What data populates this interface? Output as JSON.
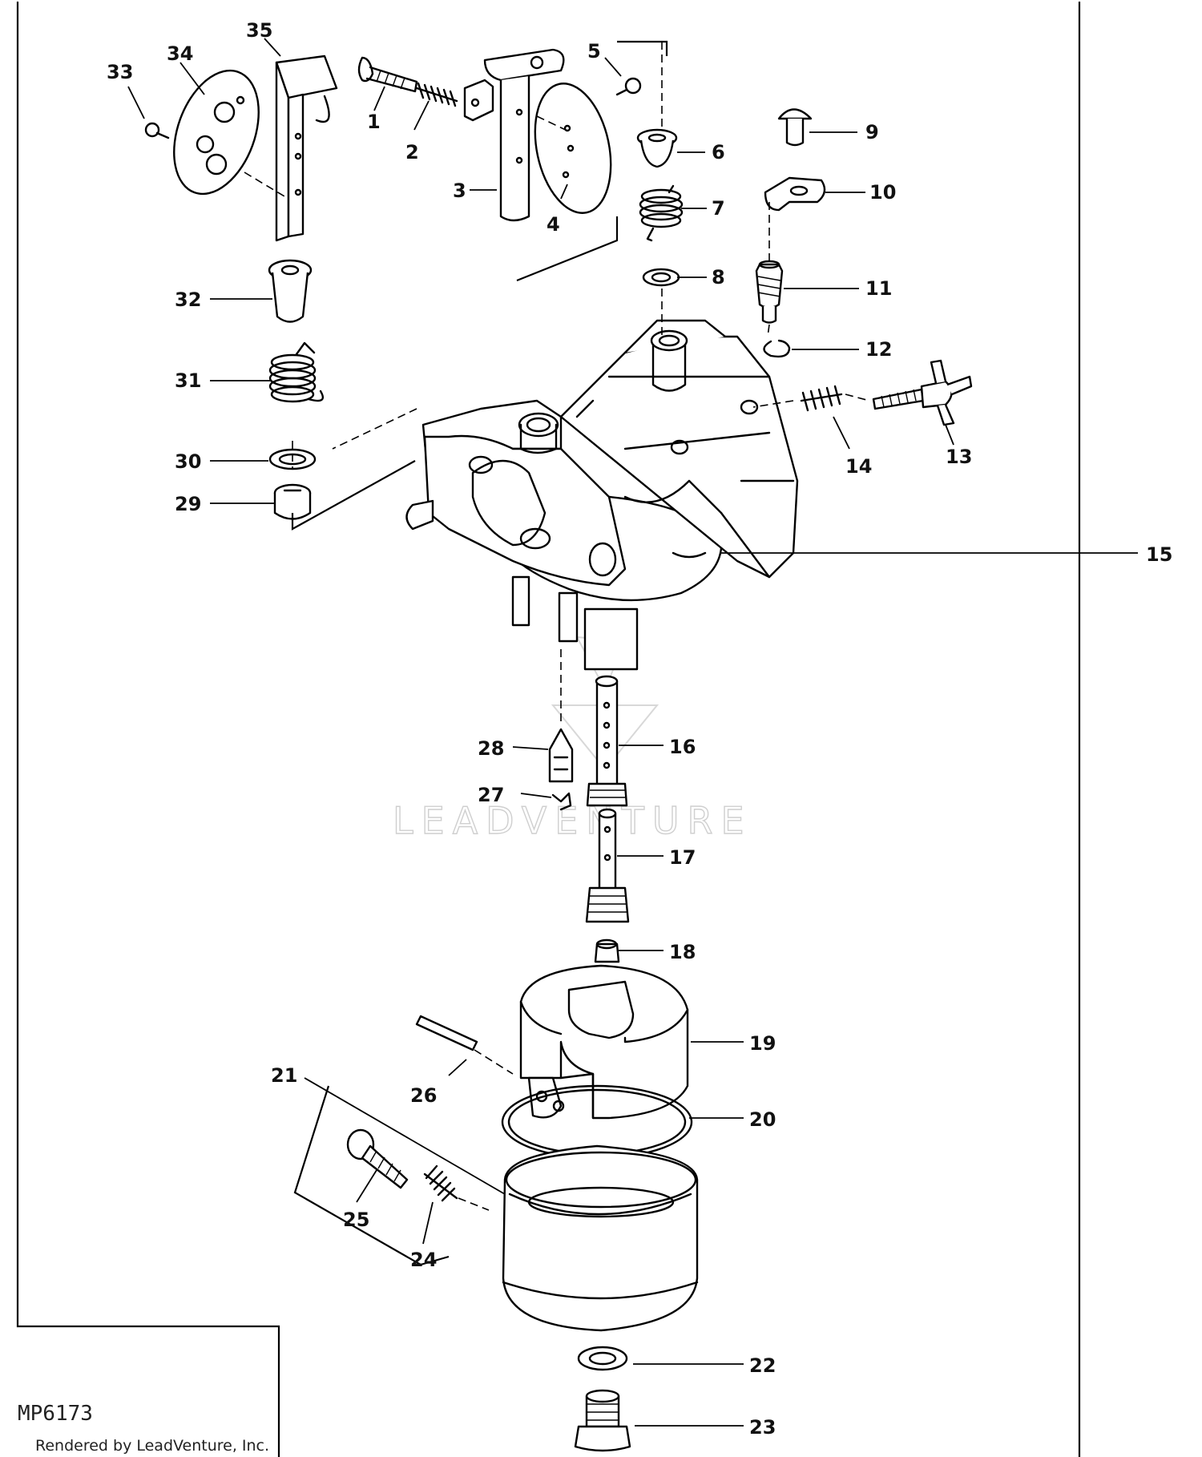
{
  "diagram": {
    "figure_code": "MP6173",
    "credit": "Rendered by LeadVenture, Inc.",
    "watermark": "LEADVENTURE",
    "callouts": [
      "1",
      "2",
      "3",
      "4",
      "5",
      "6",
      "7",
      "8",
      "9",
      "10",
      "11",
      "12",
      "13",
      "14",
      "15",
      "16",
      "17",
      "18",
      "19",
      "20",
      "21",
      "22",
      "23",
      "24",
      "25",
      "26",
      "27",
      "28",
      "29",
      "30",
      "31",
      "32",
      "33",
      "34",
      "35"
    ]
  }
}
